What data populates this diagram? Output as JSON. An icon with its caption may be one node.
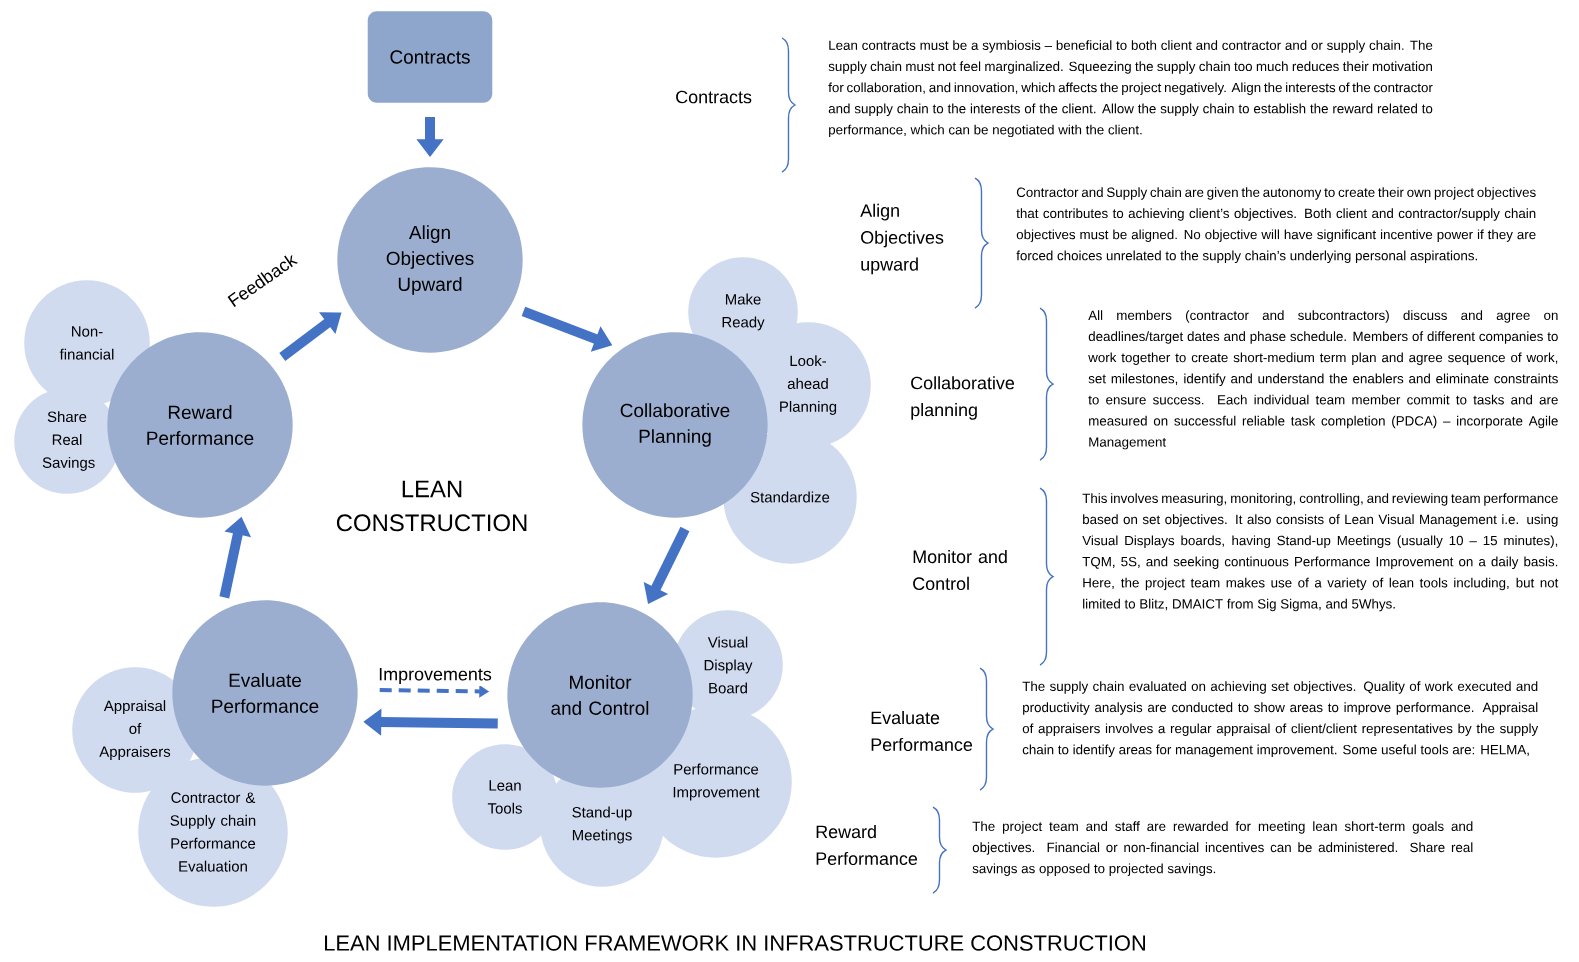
{
  "diagram": {
    "caption": "LEAN IMPLEMENTATION FRAMEWORK IN INFRASTRUCTURE CONSTRUCTION",
    "nodes": [
      {
        "text": [
          "Contracts"
        ]
      },
      {
        "text": [
          "Align Objectives Upward"
        ]
      },
      {
        "text": [
          "Collaborative Planning"
        ]
      },
      {
        "text": [
          "Monitor and Control"
        ]
      },
      {
        "text": [
          "Evaluate Performance"
        ]
      },
      {
        "text": [
          "Reward Performance"
        ]
      },
      {
        "text": [
          "Make Ready"
        ]
      },
      {
        "text": [
          "Look-ahead Planning"
        ]
      },
      {
        "text": [
          "Standardize"
        ]
      },
      {
        "text": [
          "Visual Display Board"
        ]
      },
      {
        "text": [
          "Performance Improvement"
        ]
      },
      {
        "text": [
          "Stand-up Meetings"
        ]
      },
      {
        "text": [
          "Lean Tools"
        ]
      },
      {
        "text": [
          "Appraisal of Appraisers"
        ]
      },
      {
        "text": [
          "Contractor & Supply chain Performance Evaluation"
        ]
      },
      {
        "text": [
          "Non-financial"
        ]
      },
      {
        "text": [
          "Share Real Savings"
        ]
      }
    ],
    "edges": [
      {
        "from": 0,
        "to": 1,
        "arrow": "to"
      },
      {
        "from": 1,
        "to": 2,
        "arrow": "to"
      },
      {
        "from": 2,
        "to": 3,
        "arrow": "to"
      },
      {
        "from": 3,
        "to": 4,
        "arrow": "to"
      },
      {
        "from": 4,
        "to": 3,
        "arrow": "to",
        "style": "dashed",
        "label": "Improvements"
      },
      {
        "from": 4,
        "to": 5,
        "arrow": "to"
      },
      {
        "from": 5,
        "to": 1,
        "arrow": "to",
        "label": "Feedback"
      }
    ],
    "labels": [
      "LEAN CONSTRUCTION",
      "Contracts",
      "Lean contracts must be a symbiosis – beneficial to both client and contractor and or supply chain. The supply chain must not feel marginalized. Squeezing the supply chain too much reduces their motivation for collaboration, and innovation, which affects the project negatively. Align the interests of the contractor and supply chain to the interests of the client. Allow the supply chain to establish the reward related to performance, which can be negotiated with the client.",
      "Align Objectives upward",
      "Contractor and Supply chain are given the autonomy to create their own project objectives that contributes to achieving client’s objectives. Both client and contractor/supply chain objectives must be aligned. No objective will have significant incentive power if they are forced choices unrelated to the supply chain’s underlying personal aspirations.",
      "Collaborative planning",
      "All members (contractor and subcontractors) discuss and agree on deadlines/target dates and phase schedule. Members of different companies to work together to create short-medium term plan and agree sequence of work, set milestones, identify and understand the enablers and eliminate constraints to ensure success. Each individual team member commit to tasks and are measured on successful reliable task completion (PDCA) – incorporate Agile Management",
      "Monitor and Control",
      "This involves measuring, monitoring, controlling, and reviewing team performance based on set objectives. It also consists of Lean Visual Management i.e. using Visual Displays boards, having Stand-up Meetings (usually 10 – 15 minutes), TQM, 5S, and seeking continuous Performance Improvement on a daily basis. Here, the project team makes use of a variety of lean tools including, but not limited to Blitz, DMAICT from Sig Sigma, and 5Whys.",
      "Evaluate Performance",
      "The supply chain evaluated on achieving set objectives. Quality of work executed and productivity analysis are conducted to show areas to improve performance. Appraisal of appraisers involves a regular appraisal of client/client representatives by the supply chain to identify areas for management improvement. Some useful tools are: HELMA,",
      "Reward Performance",
      "The project team and staff are rewarded for meeting lean short-term goals and objectives. Financial or non-financial incentives can be administered. Share real savings as opposed to projected savings."
    ]
  }
}
